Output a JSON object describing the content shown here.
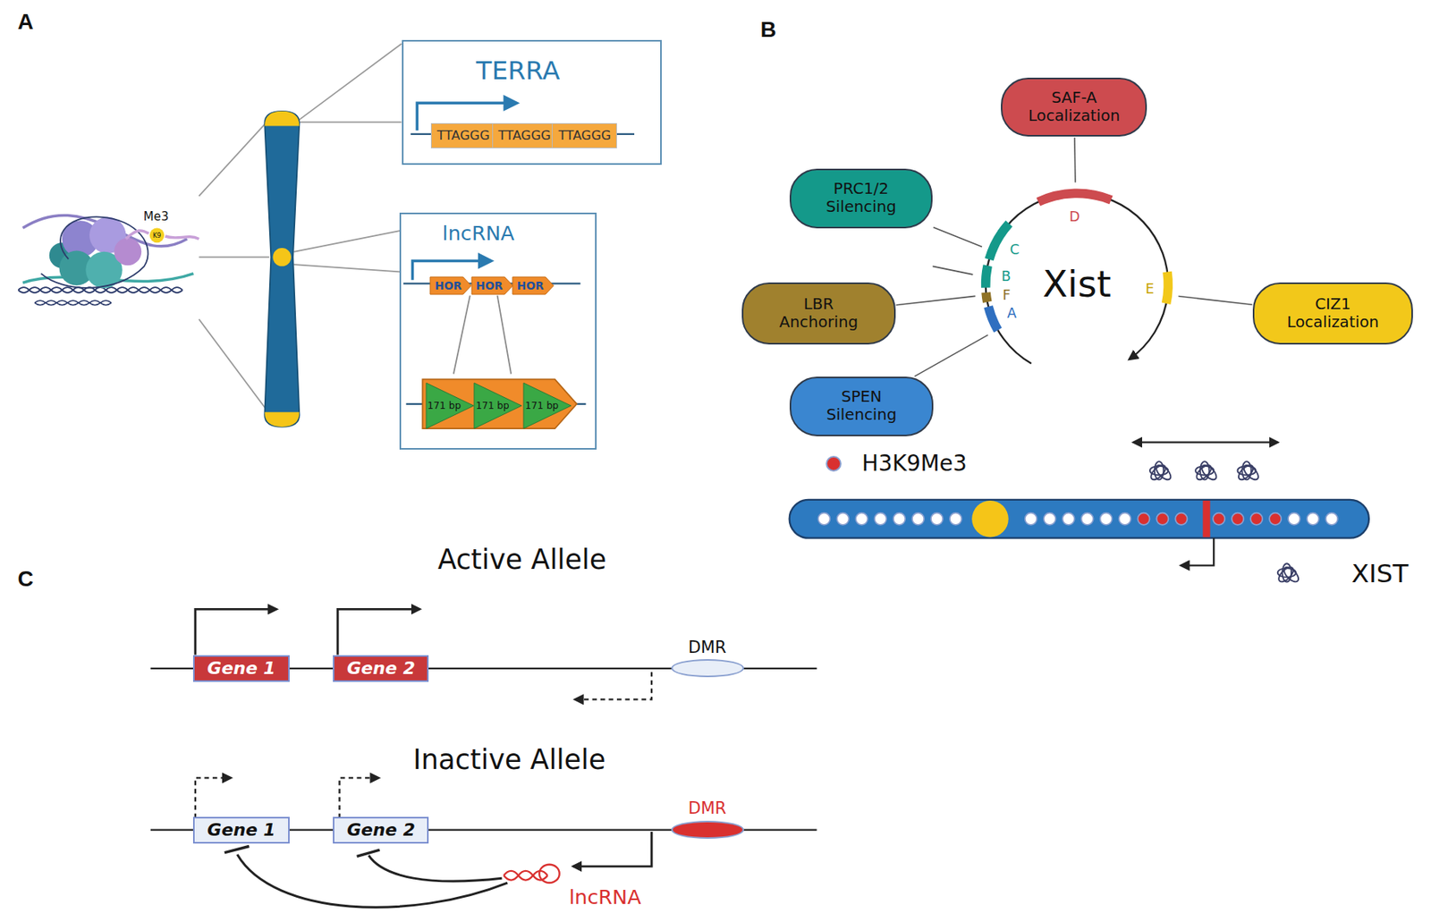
{
  "diagram": {
    "nodes": [
      {
        "text": [
          "TERRA"
        ]
      },
      {
        "text": [
          "TTAGGG"
        ],
        "in": 0
      },
      {
        "text": [
          "TTAGGG"
        ],
        "in": 0
      },
      {
        "text": [
          "TTAGGG"
        ],
        "in": 0
      },
      {
        "text": [
          "lncRNA"
        ]
      },
      {
        "text": [
          "HOR"
        ],
        "in": 4
      },
      {
        "text": [
          "HOR"
        ],
        "in": 4
      },
      {
        "text": [
          "HOR"
        ],
        "in": 4
      },
      {
        "text": [
          "171 bp"
        ],
        "in": 4
      },
      {
        "text": [
          "171 bp"
        ],
        "in": 4
      },
      {
        "text": [
          "171 bp"
        ],
        "in": 4
      },
      {
        "text": [
          "SAF-A Localization"
        ]
      },
      {
        "text": [
          "PRC1/2 Silencing"
        ]
      },
      {
        "text": [
          "Xist"
        ]
      },
      {
        "text": [
          "LBR Anchoring"
        ]
      },
      {
        "text": [
          "CIZ1 Localization"
        ]
      },
      {
        "text": [
          "SPEN Silencing"
        ]
      },
      {
        "text": [
          "Gene 1"
        ]
      },
      {
        "text": [
          "Gene 2"
        ]
      },
      {
        "text": [
          "DMR"
        ]
      },
      {
        "text": [
          "Gene 1"
        ]
      },
      {
        "text": [
          "Gene 2"
        ]
      },
      {
        "text": [
          "DMR"
        ]
      }
    ],
    "edges": [
      {
        "from": 11,
        "to": 13,
        "arrow": "none"
      },
      {
        "from": 12,
        "to": 13,
        "arrow": "none"
      },
      {
        "from": 14,
        "to": 13,
        "arrow": "none"
      },
      {
        "from": 15,
        "to": 13,
        "arrow": "none"
      },
      {
        "from": 16,
        "to": 13,
        "arrow": "none"
      }
    ],
    "labels": [
      "A",
      "Me3",
      "K9",
      "B",
      "D",
      "C",
      "B",
      "F",
      "A",
      "E",
      "XIST",
      "C",
      "Active Allele",
      "Inactive Allele",
      "lncRNA"
    ],
    "legend": [
      {
        "text": "H3K9Me3",
        "color": "#d9302f"
      }
    ]
  }
}
